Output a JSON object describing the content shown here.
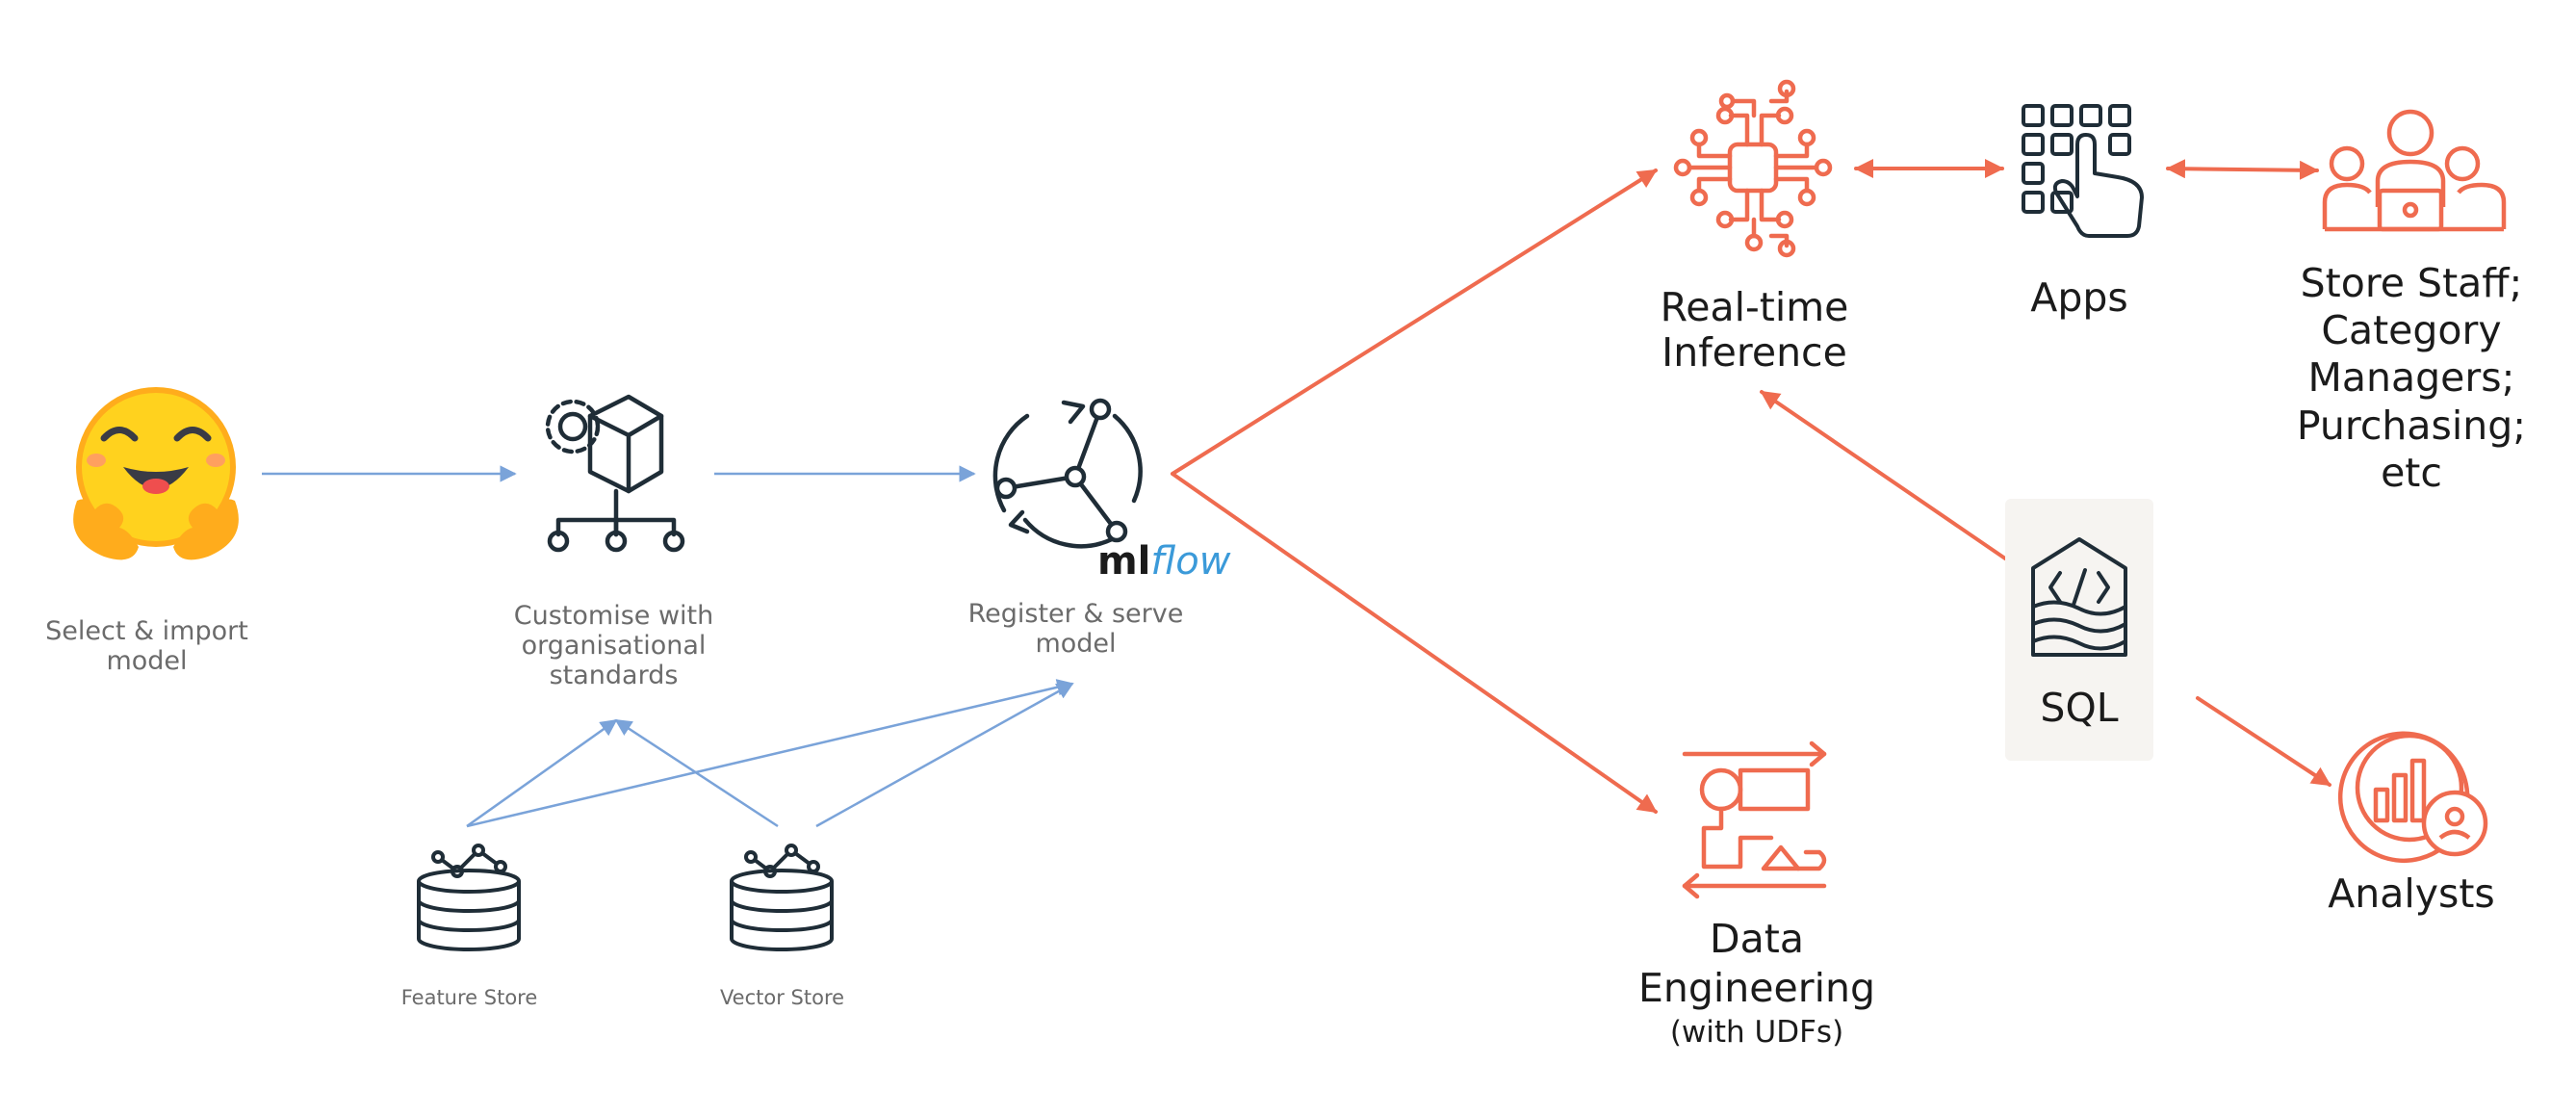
{
  "pipeline": {
    "hf": {
      "label_l1": "Select & import",
      "label_l2": "model"
    },
    "customise": {
      "label_l1": "Customise with",
      "label_l2": "organisational",
      "label_l3": "standards"
    },
    "register": {
      "label_l1": "Register & serve",
      "label_l2": "model",
      "logo_ml": "ml",
      "logo_flow": "flow"
    },
    "feature_store": {
      "label": "Feature Store"
    },
    "vector_store": {
      "label": "Vector Store"
    }
  },
  "outputs": {
    "realtime": {
      "label_l1": "Real-time",
      "label_l2": "Inference"
    },
    "apps": {
      "label": "Apps"
    },
    "staff": {
      "l1": "Store Staff;",
      "l2": "Category",
      "l3": "Managers;",
      "l4": "Purchasing;",
      "l5": "etc"
    },
    "dataeng": {
      "l1": "Data",
      "l2": "Engineering",
      "l3": "(with UDFs)"
    },
    "sql": {
      "label": "SQL"
    },
    "analysts": {
      "label": "Analysts"
    }
  },
  "colors": {
    "orange": "#ef6b4f",
    "blue": "#7aa3d9",
    "dark": "#1f2d37",
    "gray_text": "#6b6b6b"
  }
}
